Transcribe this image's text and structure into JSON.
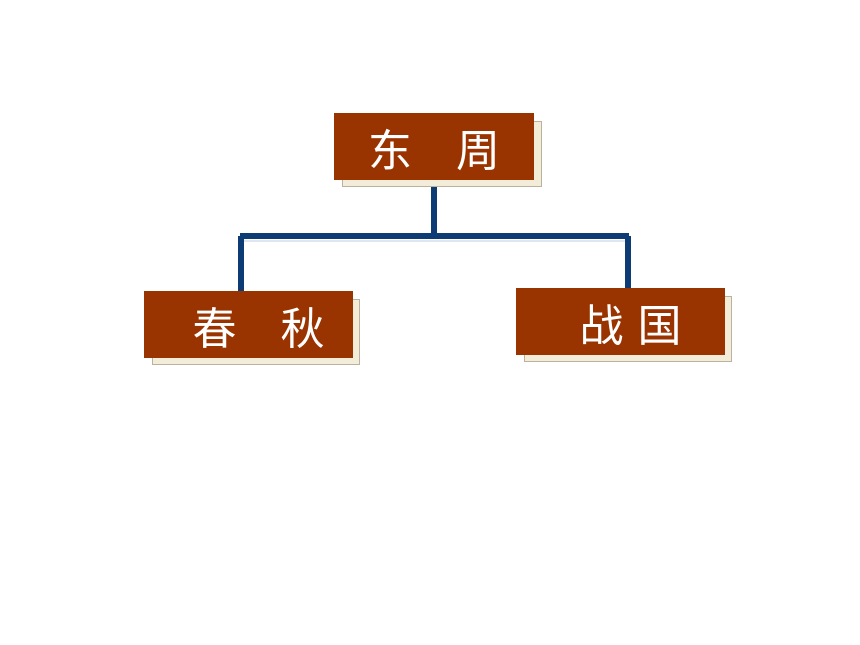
{
  "diagram": {
    "root": {
      "label": "东　周"
    },
    "children": [
      {
        "label": "春　秋"
      },
      {
        "label": "战 国"
      }
    ]
  },
  "colors": {
    "box_fill": "#993300",
    "box_text": "#ffffff",
    "box_shadow": "#f2ecd8",
    "connector": "#0d3b73"
  }
}
